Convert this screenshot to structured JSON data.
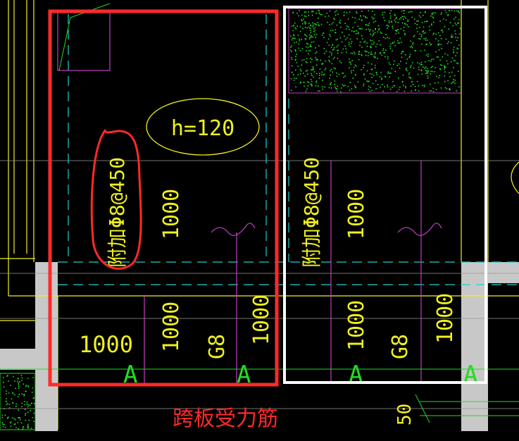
{
  "drawing": {
    "thickness_label": "h=120",
    "rebar_note_left": "附加Φ8@450",
    "rebar_note_right": "附加Φ8@450",
    "dim_left_upper": "1000",
    "dim_left_bottom": "1000",
    "dim_left_lower_a": "1000",
    "dim_left_lower_b": "1000",
    "mark_left": "G8",
    "dim_right_upper": "1000",
    "dim_right_lower_a": "1000",
    "dim_right_lower_b": "1000",
    "mark_right": "G8",
    "section_marks": [
      "A",
      "A",
      "A",
      "A"
    ],
    "dim_small": "50",
    "caption": "跨板受力筋"
  },
  "colors": {
    "background": "#000000",
    "highlight_red": "#ff2a2a",
    "highlight_white": "#ffffff",
    "text_yellow": "#f0f01e",
    "line_magenta": "#c040c0",
    "line_cyan": "#20d0d0",
    "line_green": "#22dd22",
    "wall_gray": "#c8c8c8"
  }
}
